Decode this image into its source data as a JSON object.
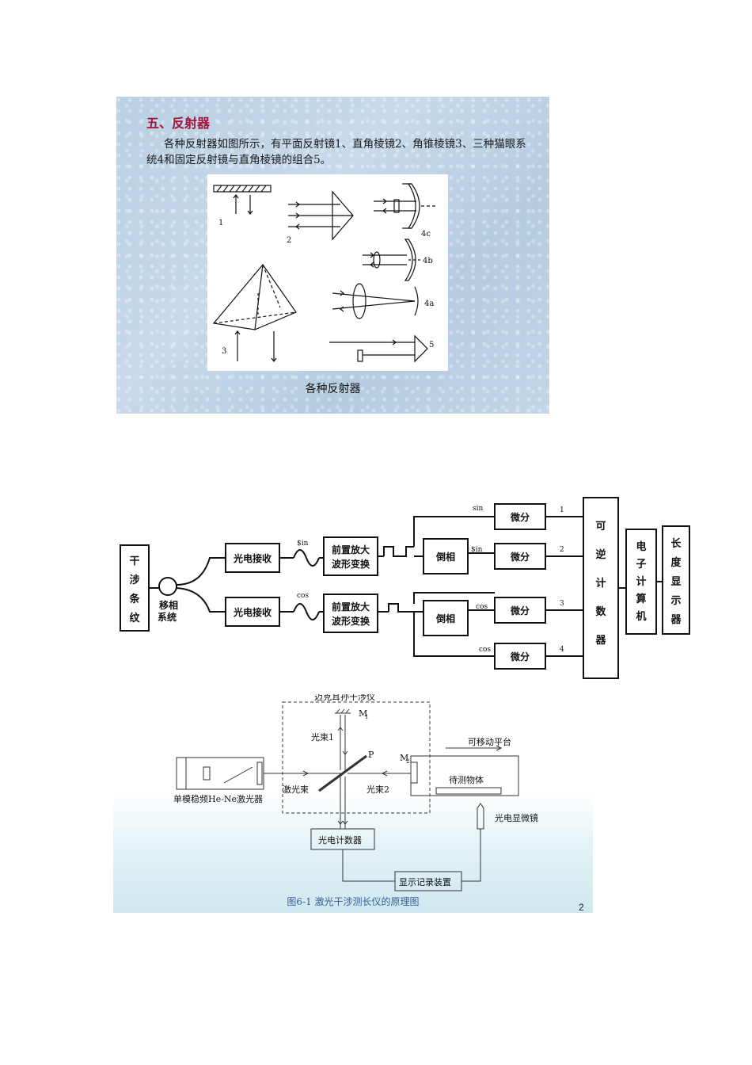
{
  "slide1": {
    "title": "五、反射器",
    "body": "各种反射器如图所示，有平面反射镜1、直角棱镜2、角锥棱镜3、三种猫眼系统4和固定反射镜与直角棱镜的组合5。",
    "figure_labels": [
      "1",
      "2",
      "3",
      "4c",
      "4b",
      "4a",
      "5"
    ],
    "caption": "各种反射器"
  },
  "slide2": {
    "fringe_box": [
      "干",
      "涉",
      "条",
      "纹"
    ],
    "phase_shift": [
      "移相",
      "系统"
    ],
    "pe_receive": "光电接收",
    "preamp_1": "前置放大",
    "preamp_2": "波形变换",
    "inverter": "倒相",
    "diff": "微分",
    "sin_label": "sin",
    "sin_inv_label": "$in",
    "sin_top_label": "$in",
    "cos_label": "cos",
    "channel_numbers": [
      "1",
      "2",
      "3",
      "4"
    ],
    "counter": [
      "可",
      "逆",
      "计",
      "数",
      "器"
    ],
    "computer": [
      "电",
      "子",
      "计",
      "算",
      "机"
    ],
    "display": [
      "长",
      "度",
      "显",
      "示",
      "器"
    ]
  },
  "slide3": {
    "michelson": "迈克耳孙干涉仪",
    "m1": "M",
    "m1_sub": "1",
    "m2": "M",
    "m2_sub": "2",
    "beam1": "光束1",
    "beam2": "光束2",
    "p": "P",
    "laser_beam": "激光束",
    "laser": "单模稳频He-Ne激光器",
    "stage": "可移动平台",
    "object": "待测物体",
    "microscope": "光电显微镜",
    "counter": "光电计数器",
    "recorder": "显示记录装置",
    "caption": "图6-1 激光干涉测长仪的原理图",
    "page_number": "2"
  }
}
